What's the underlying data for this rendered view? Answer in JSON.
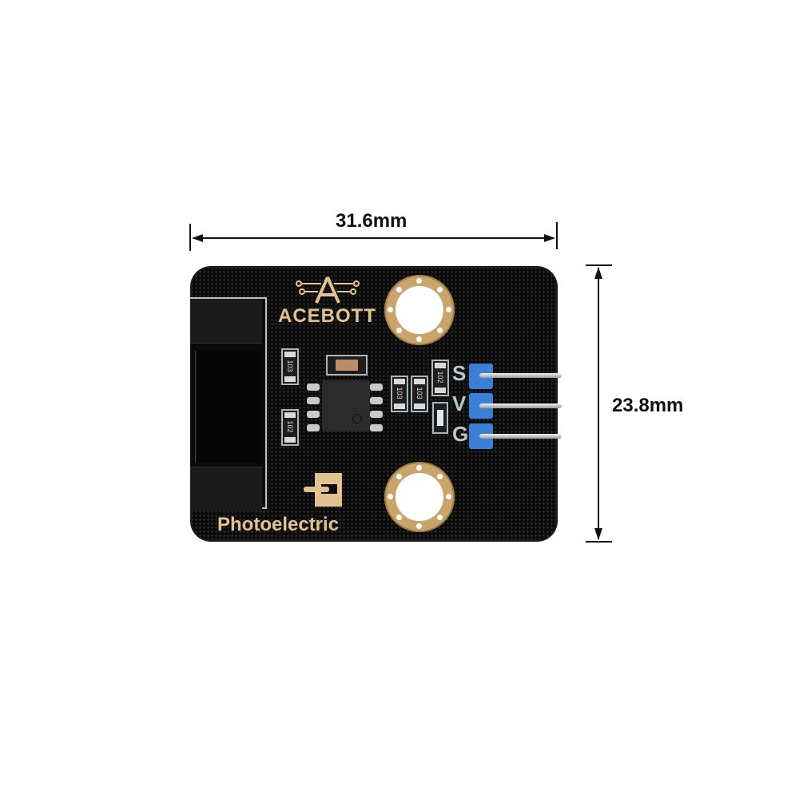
{
  "dimensions": {
    "width_label": "31.6mm",
    "height_label": "23.8mm"
  },
  "board": {
    "brand": "ACEBOTT",
    "module_name": "Photoelectric",
    "pcb_color": "#0c0c0c",
    "silkscreen_color": "#e2c293",
    "header_color": "#3b7fd6",
    "pins": [
      {
        "label": "S"
      },
      {
        "label": "V"
      },
      {
        "label": "G"
      }
    ],
    "resistors": [
      {
        "code": "103"
      },
      {
        "code": "102"
      },
      {
        "code": "103"
      },
      {
        "code": "103"
      },
      {
        "code": "102"
      }
    ]
  }
}
